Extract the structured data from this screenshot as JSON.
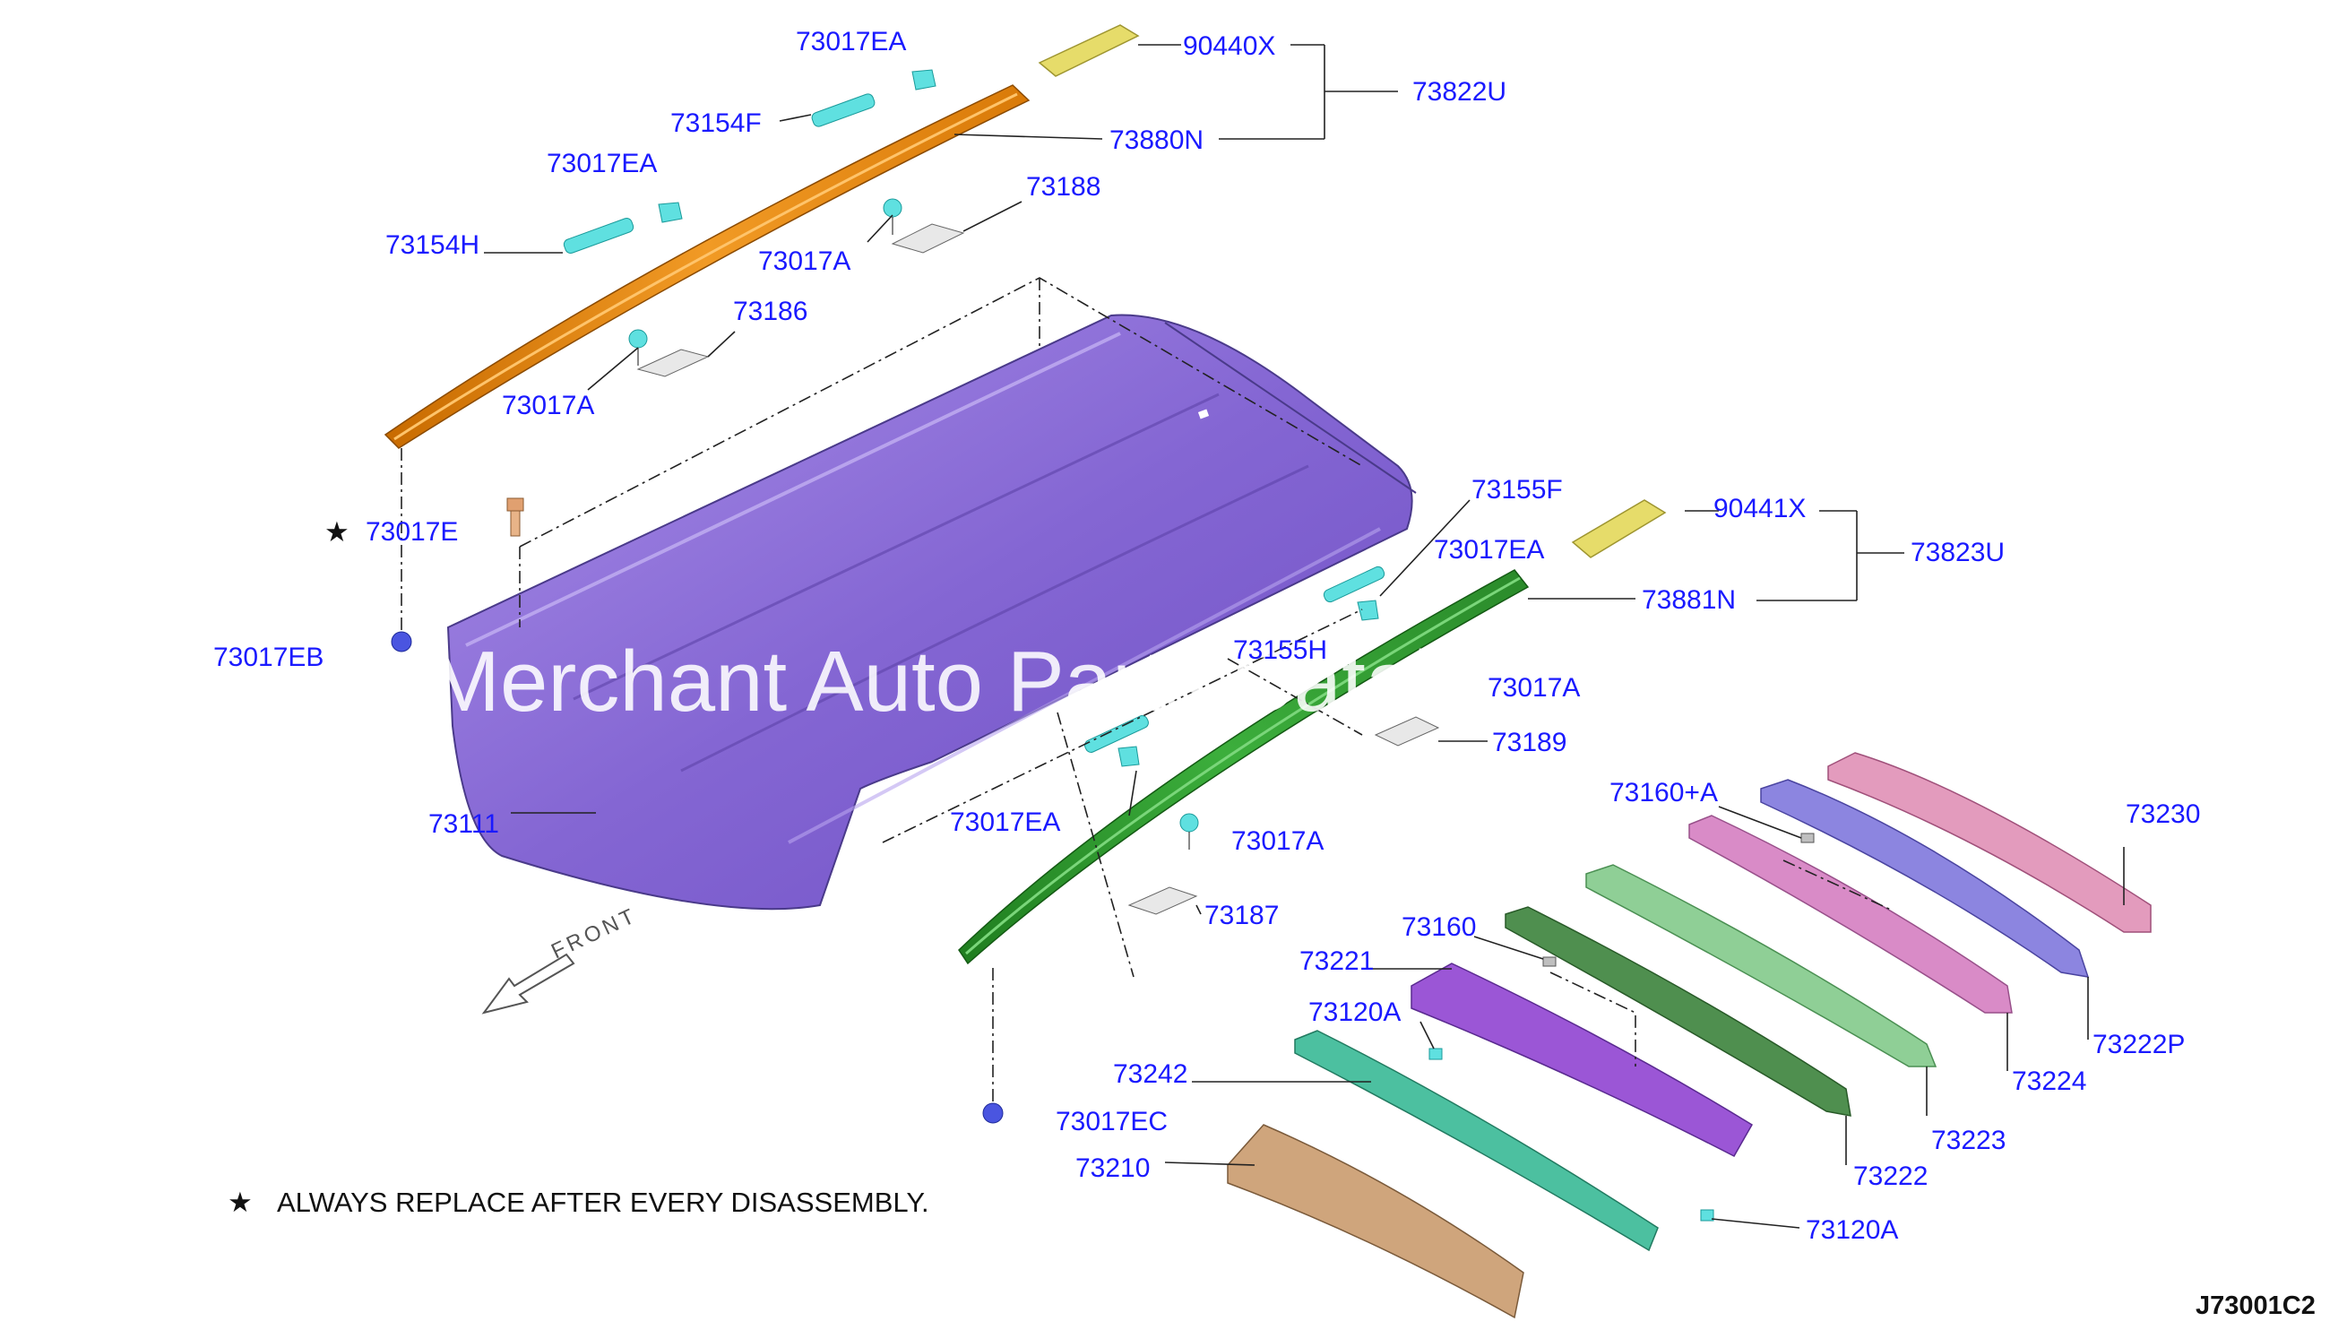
{
  "watermark": "Merchant Auto Parts Catalog",
  "diagram_code": "J73001C2",
  "note": {
    "symbol": "★",
    "text": "ALWAYS REPLACE AFTER EVERY DISASSEMBLY."
  },
  "front_label": "FRONT",
  "labels": {
    "l73017EA_top": "73017EA",
    "l90440X": "90440X",
    "l73822U": "73822U",
    "l73154F": "73154F",
    "l73880N": "73880N",
    "l73017EA_left": "73017EA",
    "l73188": "73188",
    "l73154H": "73154H",
    "l73017A_a": "73017A",
    "l73186": "73186",
    "l73017A_b": "73017A",
    "l73017E": "73017E",
    "l73017EB": "73017EB",
    "l73155F": "73155F",
    "l90441X": "90441X",
    "l73823U": "73823U",
    "l73017EA_mid": "73017EA",
    "l73881N": "73881N",
    "l73155H": "73155H",
    "l73017A_c": "73017A",
    "l73189": "73189",
    "l73111": "73111",
    "l73017EA_low": "73017EA",
    "l73017A_d": "73017A",
    "l73160A": "73160+A",
    "l73230": "73230",
    "l73187": "73187",
    "l73160": "73160",
    "l73221": "73221",
    "l73120A_a": "73120A",
    "l73242": "73242",
    "l73017EC": "73017EC",
    "l73210": "73210",
    "l73222": "73222",
    "l73223": "73223",
    "l73224": "73224",
    "l73222P": "73222P",
    "l73120A_b": "73120A"
  },
  "colors": {
    "roof_panel": "#8b6ed6",
    "left_rail": "#e8850f",
    "right_rail": "#2e9a2e",
    "clip": "#5fe0e0",
    "cover": "#e6dc6a",
    "bow_front": "#9b56d6",
    "bow_dark_green": "#4f8f4f",
    "bow_light_green": "#8fcf96",
    "bow_pink": "#d98bc7",
    "bow_blue": "#8c85e0",
    "bow_rear_pink": "#e39bbd",
    "bow_teal": "#4cc0a0",
    "header_tan": "#cfa57c",
    "label_text": "#1a1aff"
  }
}
